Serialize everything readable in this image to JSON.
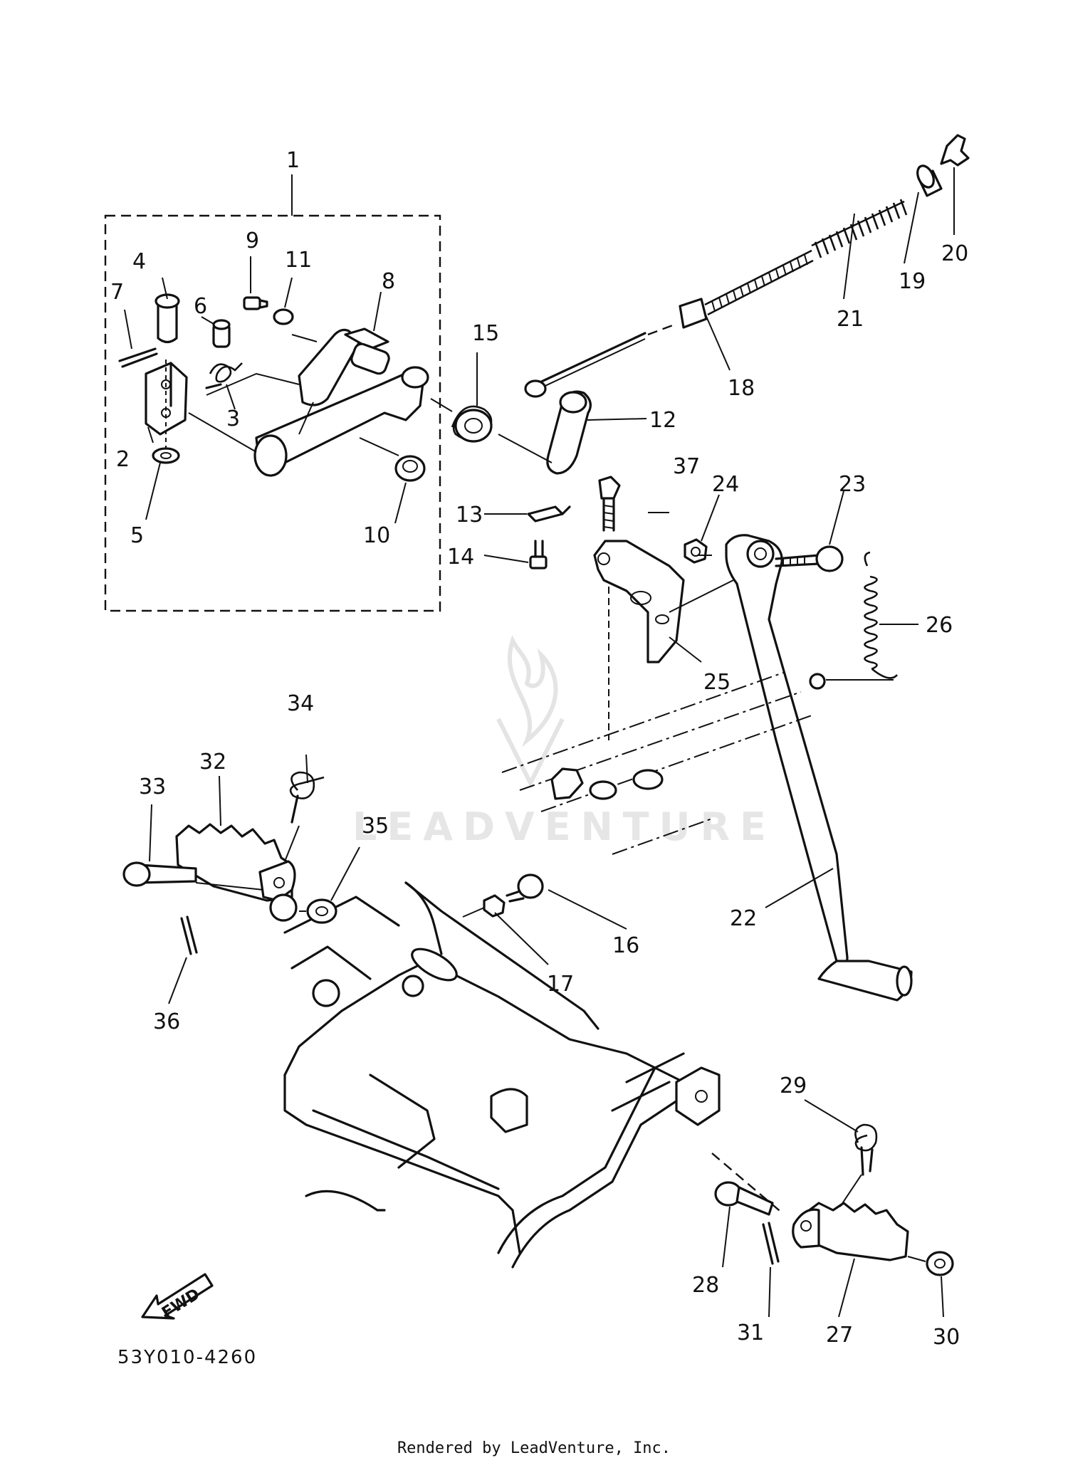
{
  "watermark": {
    "text": "LEADVENTURE"
  },
  "callouts": [
    {
      "id": "1",
      "label": "1"
    },
    {
      "id": "2",
      "label": "2"
    },
    {
      "id": "3",
      "label": "3"
    },
    {
      "id": "4",
      "label": "4"
    },
    {
      "id": "5",
      "label": "5"
    },
    {
      "id": "6",
      "label": "6"
    },
    {
      "id": "7",
      "label": "7"
    },
    {
      "id": "8",
      "label": "8"
    },
    {
      "id": "9",
      "label": "9"
    },
    {
      "id": "10",
      "label": "10"
    },
    {
      "id": "11",
      "label": "11"
    },
    {
      "id": "12",
      "label": "12"
    },
    {
      "id": "13",
      "label": "13"
    },
    {
      "id": "14",
      "label": "14"
    },
    {
      "id": "15",
      "label": "15"
    },
    {
      "id": "16",
      "label": "16"
    },
    {
      "id": "17",
      "label": "17"
    },
    {
      "id": "18",
      "label": "18"
    },
    {
      "id": "19",
      "label": "19"
    },
    {
      "id": "20",
      "label": "20"
    },
    {
      "id": "21",
      "label": "21"
    },
    {
      "id": "22",
      "label": "22"
    },
    {
      "id": "23",
      "label": "23"
    },
    {
      "id": "24",
      "label": "24"
    },
    {
      "id": "25",
      "label": "25"
    },
    {
      "id": "26",
      "label": "26"
    },
    {
      "id": "27",
      "label": "27"
    },
    {
      "id": "28",
      "label": "28"
    },
    {
      "id": "29",
      "label": "29"
    },
    {
      "id": "30",
      "label": "30"
    },
    {
      "id": "31",
      "label": "31"
    },
    {
      "id": "32",
      "label": "32"
    },
    {
      "id": "33",
      "label": "33"
    },
    {
      "id": "34",
      "label": "34"
    },
    {
      "id": "35",
      "label": "35"
    },
    {
      "id": "36",
      "label": "36"
    },
    {
      "id": "37",
      "label": "37"
    }
  ],
  "fwd_arrow": {
    "label": "FWD"
  },
  "diagram_code": "53Y010-4260",
  "footer": {
    "text": "Rendered by LeadVenture, Inc."
  }
}
